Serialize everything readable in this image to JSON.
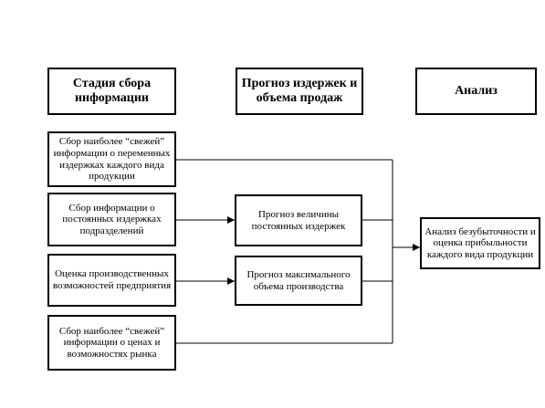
{
  "headers": {
    "stage": "Стадия сбора информации",
    "forecast": "Прогноз издержек и объема продаж",
    "analysis": "Анализ"
  },
  "sources": [
    "Сбор наиболее “свежей” информации о переменных издержках каждого вида продукции",
    "Сбор информации о постоянных издержках подразделений",
    "Оценка производственных возможностей предприятия",
    "Сбор наиболее “свежей” информации о ценах и возможностях рынка"
  ],
  "forecasts": [
    "Прогноз величины постоянных издержек",
    "Прогноз максимального объема производства"
  ],
  "result": "Анализ безубыточности и оценка прибыльности каждого вида продукции"
}
